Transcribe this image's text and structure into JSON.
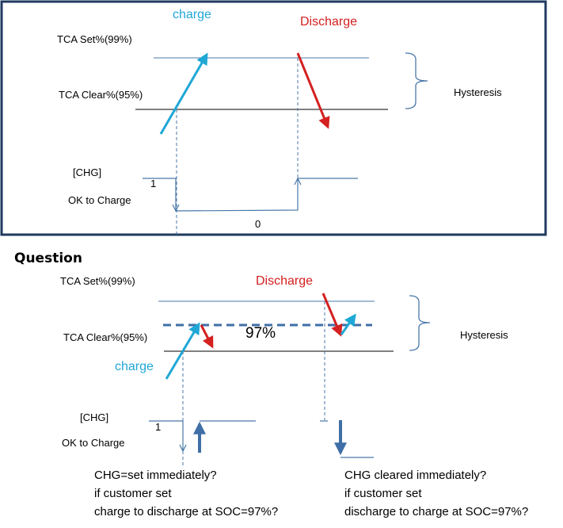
{
  "top": {
    "charge_label": "charge",
    "discharge_label": "Discharge",
    "set_label": "TCA  Set%(99%)",
    "clear_label": "TCA  Clear%(95%)",
    "hysteresis_label": "Hysteresis",
    "chg_label": "[CHG]",
    "ok_label": "OK to Charge",
    "level_one": "1",
    "level_zero": "0"
  },
  "question": {
    "heading": "Question",
    "set_label": "TCA  Set%(99%)",
    "clear_label": "TCA  Clear%(95%)",
    "discharge_label": "Discharge",
    "charge_label": "charge",
    "soc_label": "97%",
    "hysteresis_label": "Hysteresis",
    "chg_label": "[CHG]",
    "ok_label": "OK to Charge",
    "level_one": "1",
    "left_caption": [
      "CHG=set immediately?",
      "if customer set",
      "charge to discharge at SOC=97%?"
    ],
    "right_caption": [
      "CHG cleared  immediately?",
      "if customer  set",
      "discharge to  charge  at SOC=97%?"
    ]
  },
  "colors": {
    "charge": "#1fa7d6",
    "discharge": "#d42020",
    "frame": "#1f3a5f",
    "line": "#4a78a8",
    "thick_arrow": "#3f6fa6"
  }
}
